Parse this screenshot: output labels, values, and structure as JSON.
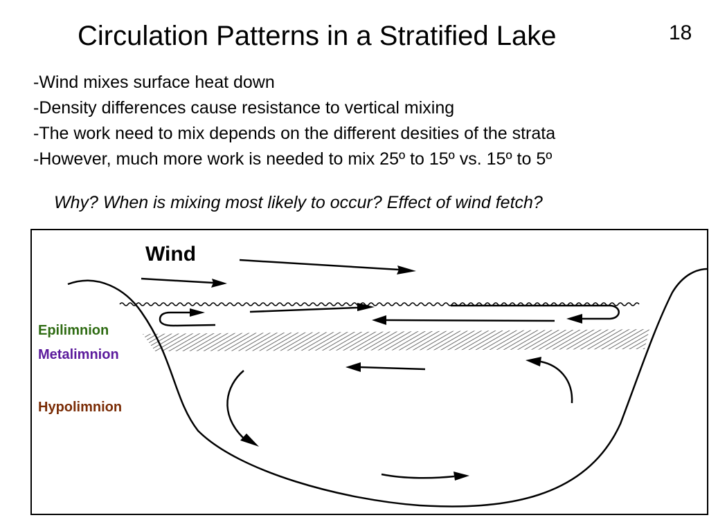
{
  "slide": {
    "title": "Circulation Patterns in a Stratified Lake",
    "number": "18"
  },
  "bullets": [
    "-Wind mixes surface heat down",
    "-Density differences cause resistance to vertical mixing",
    "-The work need to mix depends on the different desities of the strata",
    "-However, much more work is needed to mix 25º to 15º vs. 15º to 5º"
  ],
  "question": "Why?  When is mixing most likely to occur? Effect of wind fetch?",
  "diagram": {
    "wind_label": "Wind",
    "layers": {
      "epilimnion": {
        "label": "Epilimnion",
        "color": "#2e6b12"
      },
      "metalimnion": {
        "label": "Metalimnion",
        "color": "#5b1a9c"
      },
      "hypolimnion": {
        "label": "Hypolimnion",
        "color": "#7a2c06"
      }
    }
  }
}
